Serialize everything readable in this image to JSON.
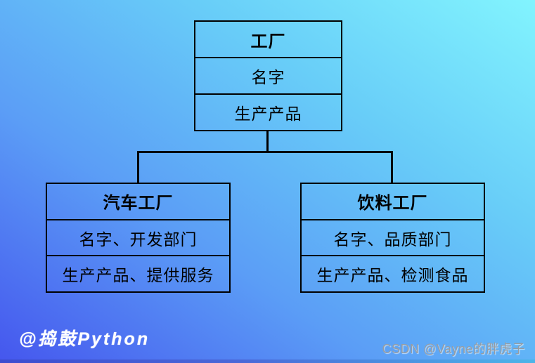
{
  "diagram": {
    "type": "class-hierarchy",
    "root": {
      "title": "工厂",
      "rows": [
        "名字",
        "生产产品"
      ]
    },
    "children": [
      {
        "title": "汽车工厂",
        "rows": [
          "名字、开发部门",
          "生产产品、提供服务"
        ]
      },
      {
        "title": "饮料工厂",
        "rows": [
          "名字、品质部门",
          "生产产品、检测食品"
        ]
      }
    ]
  },
  "watermarks": {
    "author": "@捣鼓Python",
    "platform": "CSDN @Vayne的胖虎子"
  },
  "colors": {
    "background_gradient_start": "#4556ee",
    "background_gradient_end": "#82f4fe",
    "bottom_strip_left": "#3c4ccf",
    "bottom_strip_right": "#4bb5e8",
    "box_border": "#000000",
    "box_text": "#000000",
    "author_watermark": "#ffffff",
    "platform_watermark": "#969da4"
  }
}
